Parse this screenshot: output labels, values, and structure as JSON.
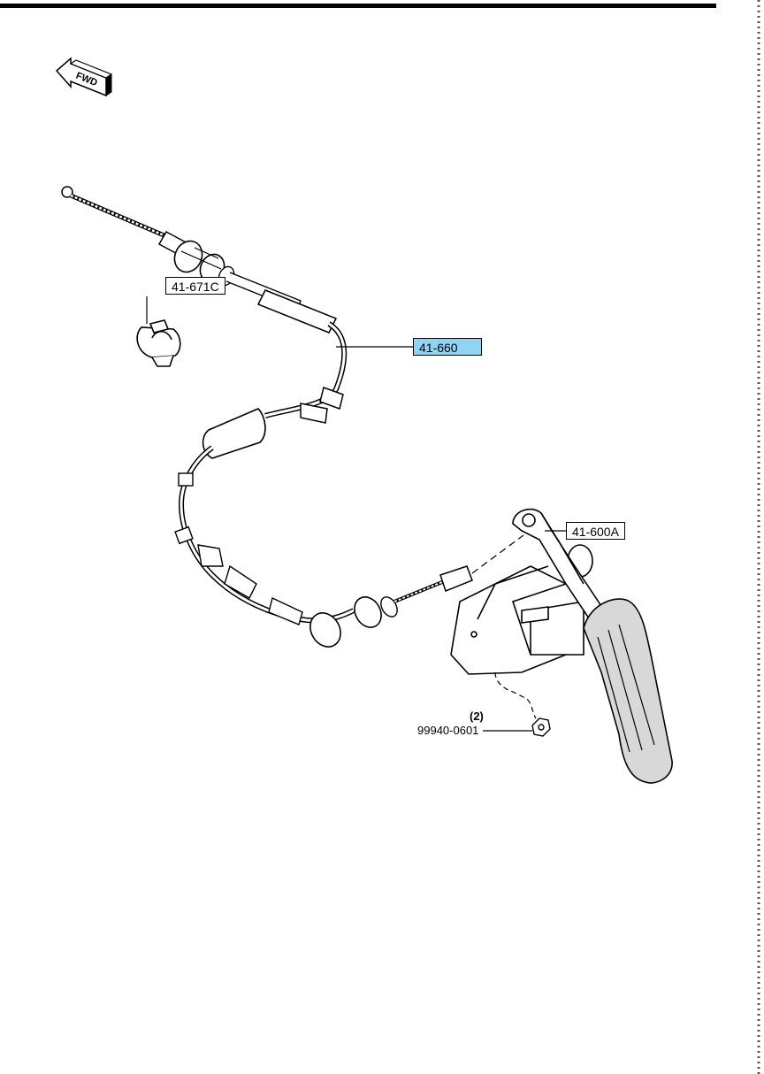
{
  "fwd_label": "FWD",
  "parts": {
    "cable": {
      "code": "41-660"
    },
    "clip": {
      "code": "41-671C"
    },
    "pedal": {
      "code": "41-600A"
    },
    "nut": {
      "code": "99940-0601",
      "qty": "(2)"
    }
  },
  "colors": {
    "line": "#000000",
    "highlight": "#8fd3f5",
    "pedal_fill": "#d8d8d8"
  }
}
